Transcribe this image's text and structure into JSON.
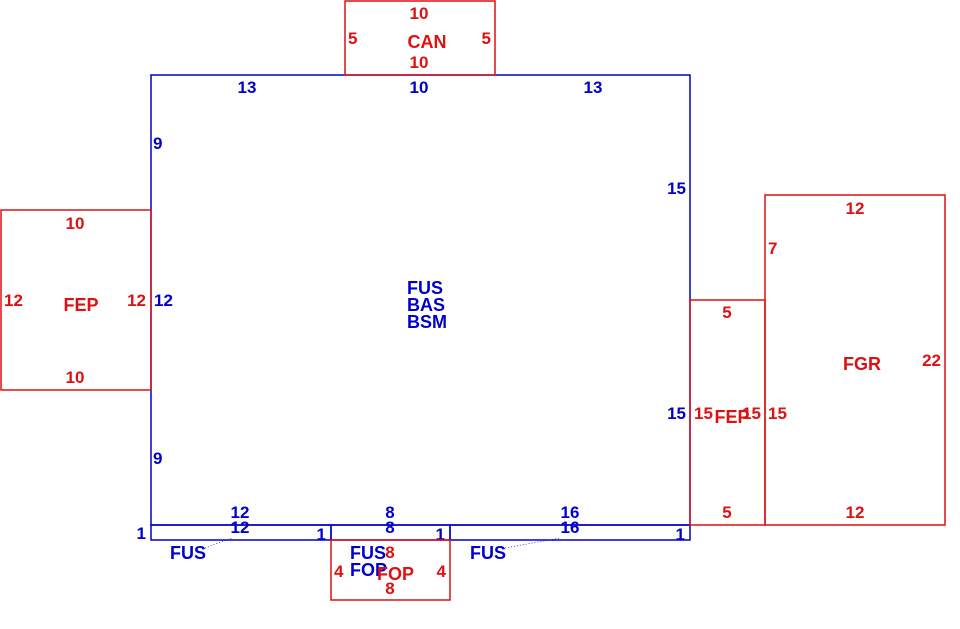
{
  "colors": {
    "main": "#0000cc",
    "addition": "#dd1111",
    "background": "#ffffff"
  },
  "sketch": {
    "main_area": {
      "labels": [
        "FUS",
        "BAS",
        "BSM"
      ],
      "dims": {
        "top_left": "13",
        "top_center": "10",
        "top_right": "13",
        "left_upper": "9",
        "left_mid": "12",
        "left_lower": "9",
        "right_upper": "15",
        "right_lower": "15"
      }
    },
    "can": {
      "label": "CAN",
      "dims": {
        "top": "10",
        "bottom": "10",
        "left": "5",
        "right": "5"
      }
    },
    "fep_left": {
      "label": "FEP",
      "dims": {
        "top": "10",
        "bottom": "10",
        "left": "12",
        "right": "12"
      }
    },
    "fep_right": {
      "label": "FEP",
      "dims": {
        "top": "5",
        "bottom": "5",
        "left": "15",
        "right": "15"
      }
    },
    "fgr": {
      "label": "FGR",
      "dims": {
        "top": "12",
        "bottom": "12",
        "left_top": "7",
        "left_bottom": "15",
        "right": "22"
      }
    },
    "strip_left": {
      "label": "FUS",
      "dims": {
        "top": "12",
        "bottom": "12",
        "left": "1",
        "right": "1"
      }
    },
    "strip_center": {
      "label": "FUS",
      "dims": {
        "top": "8",
        "bottom": "8",
        "right": "1"
      }
    },
    "strip_right": {
      "label": "FUS",
      "dims": {
        "top": "16",
        "bottom": "16",
        "right": "1"
      }
    },
    "fop": {
      "label_main": "FOP",
      "label_area": "FOP",
      "dims": {
        "top": "8",
        "bottom": "8",
        "left": "4",
        "right": "4"
      }
    }
  }
}
